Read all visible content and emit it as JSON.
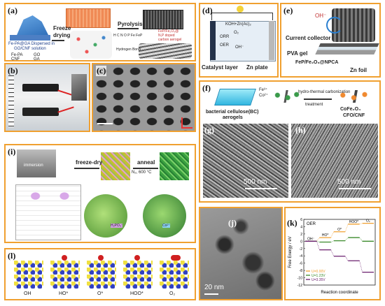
{
  "panels": {
    "a": {
      "label": "(a)",
      "texts": {
        "s1": "Fe-PA@GA Dispersed in",
        "s2": "GO/CNF solution",
        "fd1": "Freeze",
        "fd2": "drying",
        "pyro": "Pyrolysis",
        "prod1": "FeP/Fe₂O₃@",
        "prod2": "N,P doped",
        "prod3": "carbon aerogel",
        "leg1": "Fe-PA",
        "leg2": "GO",
        "leg3": "CNF",
        "leg4": "GA",
        "hb": "Hydrogen Bond",
        "atoms": "H C N O P Fe FeP"
      }
    },
    "b": {
      "label": "(b)"
    },
    "c": {
      "label": "(c)"
    },
    "d": {
      "label": "(d)",
      "texts": {
        "elec": "KOH+Zn(Ac)₂",
        "orr": "ORR",
        "oer": "OER",
        "o2": "O₂",
        "oh": "OH⁻",
        "cat": "Catalyst layer",
        "zn": "Zn plate"
      }
    },
    "e": {
      "label": "(e)",
      "texts": {
        "oh": "OH⁻",
        "cc": "Current collector",
        "pva": "PVA gel",
        "fep": "FeP/Fe₂O₃@NPCA",
        "znf": "Zn foil"
      }
    },
    "f": {
      "label": "(f)",
      "texts": {
        "fe": "Fe³⁺",
        "co": "Co²⁺",
        "ht": "hydro-thermal carbonization",
        "tr": "treatment",
        "bc1": "bacterial cellulose(BC)",
        "bc2": "aerogels",
        "cf1": "CoFe₂O₄",
        "cf2": "CFO/CNF"
      }
    },
    "g": {
      "label": "(g)",
      "scale": "500 nm"
    },
    "h": {
      "label": "(h)",
      "scale": "500 nm"
    },
    "i": {
      "label": "(i)",
      "texts": {
        "fd": "freeze-dry",
        "an": "anneal",
        "cond": "N₂, 600 °C",
        "imm": "immersion",
        "h2po": "H₂PO₄⁻",
        "co2": "Co²⁺"
      }
    },
    "j": {
      "label": "(j)",
      "scale": "20 nm"
    },
    "k": {
      "label": "(k)"
    },
    "l": {
      "label": "(l)",
      "species": [
        "OH",
        "HO*",
        "O*",
        "HOO*",
        "O₂"
      ]
    }
  },
  "chart_data": {
    "type": "line",
    "title": "",
    "xlabel": "Reaction coordinate",
    "ylabel": "Free Energy / eV",
    "ylim": [
      -12,
      6
    ],
    "yticks": [
      -12,
      -10,
      -8,
      -6,
      -4,
      -2,
      0,
      2,
      4,
      6
    ],
    "annotation": "OER",
    "steps": [
      "OH⁻",
      "HO*",
      "O*",
      "HOO*",
      "O₂"
    ],
    "series": [
      {
        "name": "U=0.00V",
        "color": "#f0a030",
        "values": [
          0.0,
          1.0,
          2.6,
          4.7,
          4.92
        ]
      },
      {
        "name": "U=1.23V",
        "color": "#3a8a2a",
        "values": [
          0.0,
          -0.23,
          0.14,
          1.01,
          0.0
        ]
      },
      {
        "name": "U=3.35V",
        "color": "#6a1e6e",
        "values": [
          0.0,
          -2.35,
          -4.1,
          -5.35,
          -8.48
        ]
      }
    ]
  },
  "colors": {
    "border": "#f0a030"
  }
}
